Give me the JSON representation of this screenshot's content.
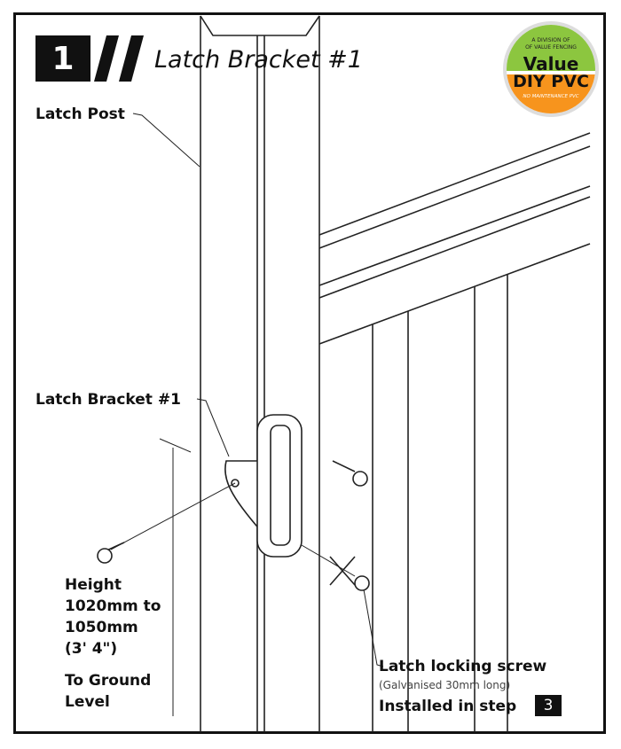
{
  "step": {
    "number": "1",
    "title": "Latch Bracket #1"
  },
  "logo": {
    "line1": "A DIVISION OF",
    "line2": "OF VALUE FENCING",
    "brand1": "Value",
    "brand2": "DIY PVC",
    "tagline": "NO MAINTENANCE PVC",
    "colors": {
      "green": "#8cc63f",
      "orange": "#f7941d"
    }
  },
  "labels": {
    "latch_post": "Latch Post",
    "latch_bracket": "Latch Bracket #1",
    "height_lines": [
      "Height",
      "1020mm to",
      "1050mm",
      "(3' 4\")"
    ],
    "ground_lines": [
      "To Ground",
      "Level"
    ],
    "locking_screw": "Latch locking screw",
    "locking_screw_note": "(Galvanised 30mm long)",
    "installed_in_step": "Installed in step",
    "installed_step_number": "3"
  }
}
